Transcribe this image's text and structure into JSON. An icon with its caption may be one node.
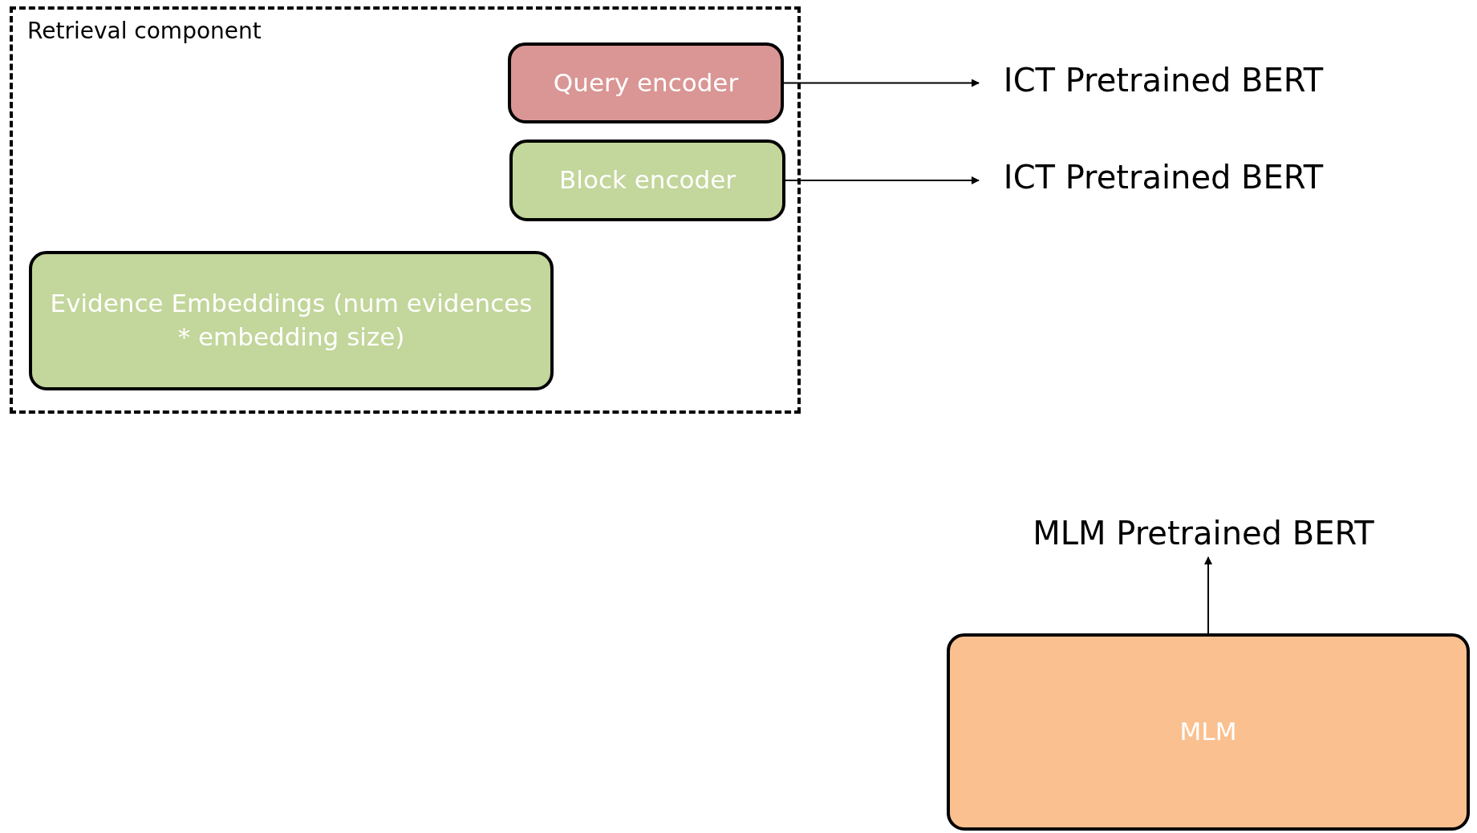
{
  "diagram": {
    "nodes": [
      {
        "text": [
          "Retrieval component"
        ]
      },
      {
        "text": [
          "Query encoder"
        ],
        "in": 0
      },
      {
        "text": [
          "Block encoder"
        ],
        "in": 0
      },
      {
        "text": [
          "Evidence Embeddings (num evidences * embedding size)"
        ],
        "in": 0
      },
      {
        "text": [
          "ICT Pretrained BERT"
        ]
      },
      {
        "text": [
          "ICT Pretrained BERT"
        ]
      },
      {
        "text": [
          "MLM Pretrained BERT"
        ]
      },
      {
        "text": [
          "MLM"
        ]
      }
    ],
    "edges": [
      {
        "from": 1,
        "to": 4,
        "arrow": "to"
      },
      {
        "from": 2,
        "to": 5,
        "arrow": "to"
      },
      {
        "from": 7,
        "to": 6,
        "arrow": "to"
      }
    ]
  }
}
